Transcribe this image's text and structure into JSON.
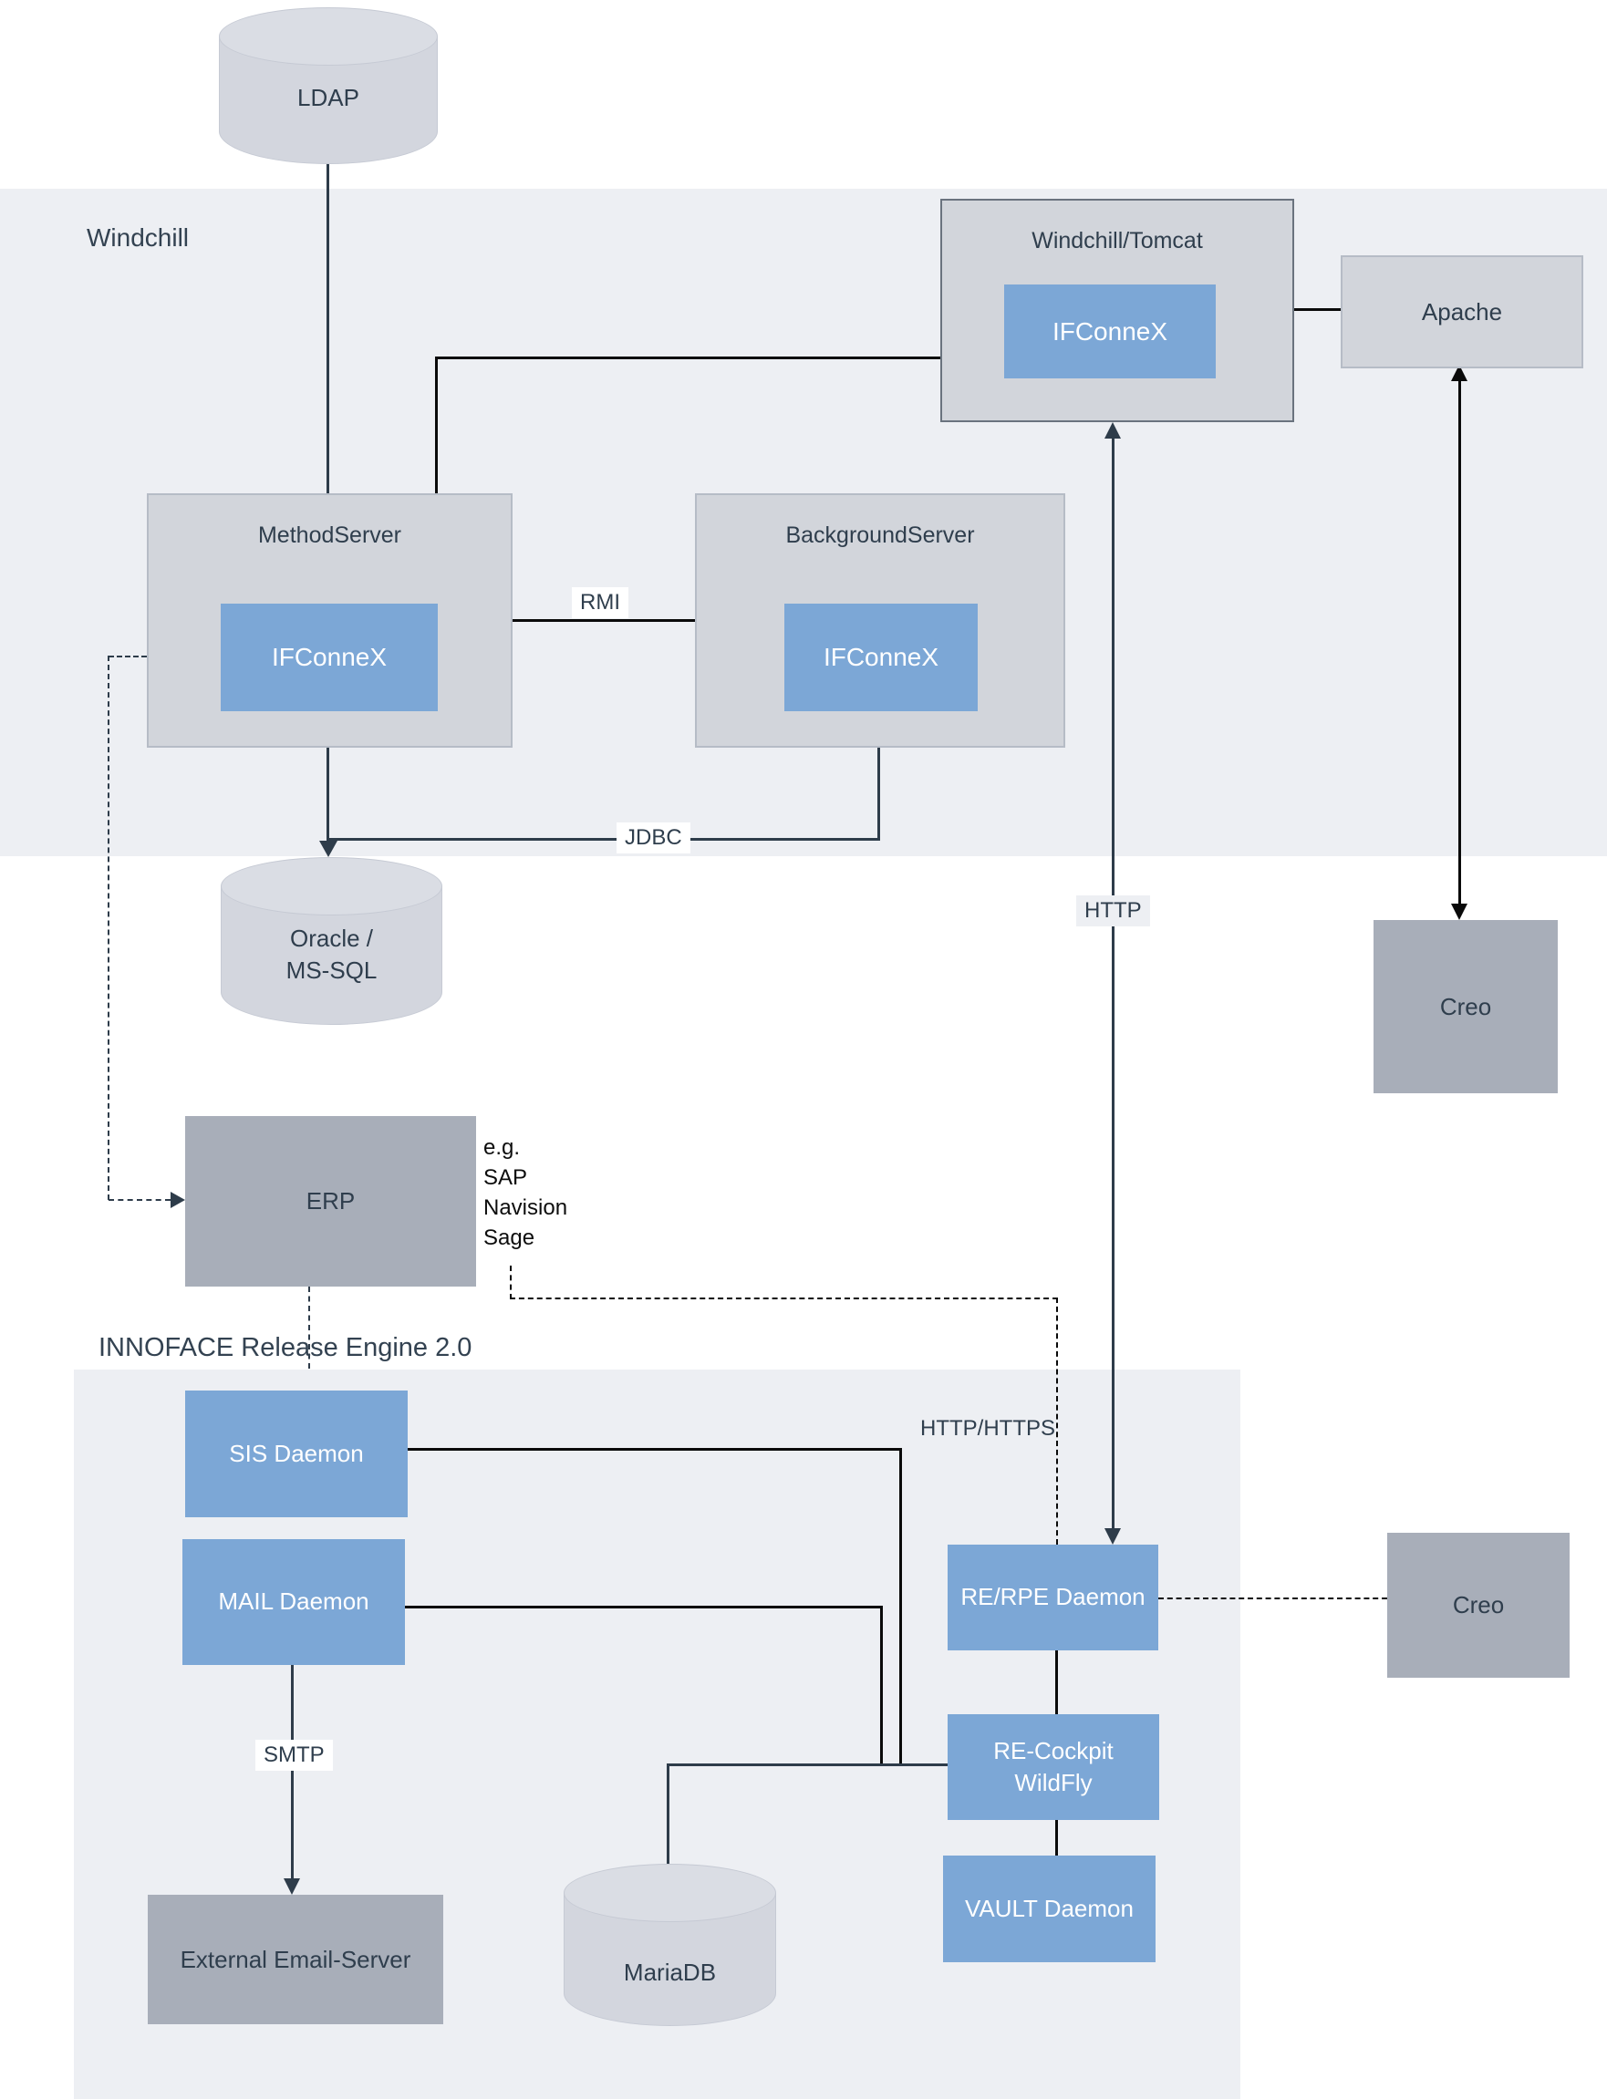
{
  "regions": {
    "windchill": {
      "label": "Windchill"
    },
    "innoface": {
      "label": "INNOFACE Release Engine 2.0"
    }
  },
  "nodes": {
    "ldap": {
      "label": "LDAP"
    },
    "windchill_tomcat": {
      "title": "Windchill/Tomcat",
      "ifconnex": "IFConneX"
    },
    "apache": {
      "label": "Apache"
    },
    "method_server": {
      "title": "MethodServer",
      "ifconnex": "IFConneX"
    },
    "background_server": {
      "title": "BackgroundServer",
      "ifconnex": "IFConneX"
    },
    "oracle": {
      "line1": "Oracle /",
      "line2": "MS-SQL"
    },
    "creo_windchill": {
      "label": "Creo"
    },
    "erp": {
      "label": "ERP",
      "note_lines": [
        "e.g.",
        "SAP",
        "Navision",
        "Sage"
      ]
    },
    "sis_daemon": {
      "label": "SIS Daemon"
    },
    "mail_daemon": {
      "label": "MAIL Daemon"
    },
    "rerpe_daemon": {
      "label": "RE/RPE Daemon"
    },
    "recockpit": {
      "line1": "RE-Cockpit",
      "line2": "WildFly"
    },
    "vault_daemon": {
      "label": "VAULT Daemon"
    },
    "external_email": {
      "label": "External Email-Server"
    },
    "mariadb": {
      "label": "MariaDB"
    },
    "creo_re": {
      "label": "Creo"
    }
  },
  "edge_labels": {
    "rmi": "RMI",
    "jdbc": "JDBC",
    "http": "HTTP",
    "http_https": "HTTP/HTTPS",
    "smtp": "SMTP"
  },
  "colors": {
    "region_background": "#EDEFF3",
    "light_box": "#D2D5DB",
    "dark_box": "#A8AEB9",
    "accent_blue": "#7CA7D6",
    "line_slate": "#2E3C4A",
    "line_black": "#0A0A0A",
    "text_dark": "#2F3E4D",
    "text_light": "#FFFFFF"
  }
}
